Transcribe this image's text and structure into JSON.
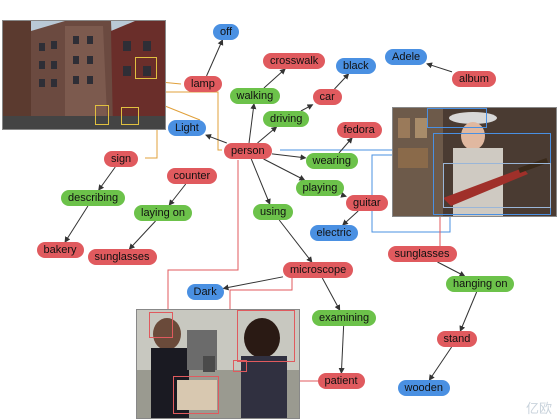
{
  "nodes": [
    {
      "id": "off",
      "label": "off",
      "kind": "attr"
    },
    {
      "id": "lamp",
      "label": "lamp",
      "kind": "obj"
    },
    {
      "id": "crosswalk",
      "label": "crosswalk",
      "kind": "obj"
    },
    {
      "id": "walking",
      "label": "walking",
      "kind": "rel"
    },
    {
      "id": "black",
      "label": "black",
      "kind": "attr"
    },
    {
      "id": "adele",
      "label": "Adele",
      "kind": "attr"
    },
    {
      "id": "album",
      "label": "album",
      "kind": "obj"
    },
    {
      "id": "car",
      "label": "car",
      "kind": "obj"
    },
    {
      "id": "driving",
      "label": "driving",
      "kind": "rel"
    },
    {
      "id": "light",
      "label": "Light",
      "kind": "attr"
    },
    {
      "id": "fedora",
      "label": "fedora",
      "kind": "obj"
    },
    {
      "id": "person",
      "label": "person",
      "kind": "obj"
    },
    {
      "id": "sign",
      "label": "sign",
      "kind": "obj"
    },
    {
      "id": "wearing",
      "label": "wearing",
      "kind": "rel"
    },
    {
      "id": "counter",
      "label": "counter",
      "kind": "obj"
    },
    {
      "id": "playing",
      "label": "playing",
      "kind": "rel"
    },
    {
      "id": "describing",
      "label": "describing",
      "kind": "rel"
    },
    {
      "id": "guitar",
      "label": "guitar",
      "kind": "obj"
    },
    {
      "id": "laying_on",
      "label": "laying on",
      "kind": "rel"
    },
    {
      "id": "using",
      "label": "using",
      "kind": "rel"
    },
    {
      "id": "electric",
      "label": "electric",
      "kind": "attr"
    },
    {
      "id": "bakery",
      "label": "bakery",
      "kind": "obj"
    },
    {
      "id": "sunglasses_l",
      "label": "sunglasses",
      "kind": "obj"
    },
    {
      "id": "sunglasses_r",
      "label": "sunglasses",
      "kind": "obj"
    },
    {
      "id": "microscope",
      "label": "microscope",
      "kind": "obj"
    },
    {
      "id": "hanging_on",
      "label": "hanging on",
      "kind": "rel"
    },
    {
      "id": "dark",
      "label": "Dark",
      "kind": "attr"
    },
    {
      "id": "examining",
      "label": "examining",
      "kind": "rel"
    },
    {
      "id": "stand",
      "label": "stand",
      "kind": "obj"
    },
    {
      "id": "patient",
      "label": "patient",
      "kind": "obj"
    },
    {
      "id": "wooden",
      "label": "wooden",
      "kind": "attr"
    }
  ],
  "edges": [
    [
      "lamp",
      "off"
    ],
    [
      "person",
      "walking"
    ],
    [
      "walking",
      "crosswalk"
    ],
    [
      "person",
      "driving"
    ],
    [
      "driving",
      "car"
    ],
    [
      "car",
      "black"
    ],
    [
      "person",
      "light"
    ],
    [
      "person",
      "wearing"
    ],
    [
      "wearing",
      "fedora"
    ],
    [
      "album",
      "adele"
    ],
    [
      "person",
      "playing"
    ],
    [
      "playing",
      "guitar"
    ],
    [
      "guitar",
      "electric"
    ],
    [
      "person",
      "using"
    ],
    [
      "using",
      "microscope"
    ],
    [
      "microscope",
      "dark"
    ],
    [
      "microscope",
      "examining"
    ],
    [
      "examining",
      "patient"
    ],
    [
      "sign",
      "describing"
    ],
    [
      "describing",
      "bakery"
    ],
    [
      "counter",
      "laying_on"
    ],
    [
      "laying_on",
      "sunglasses_l"
    ],
    [
      "sunglasses_r",
      "hanging_on"
    ],
    [
      "hanging_on",
      "stand"
    ],
    [
      "stand",
      "wooden"
    ]
  ],
  "colors": {
    "object": "#e05a5e",
    "relation": "#6cc24a",
    "attribute": "#4a90e2"
  },
  "photos": [
    {
      "id": "street",
      "subject": "street with buildings"
    },
    {
      "id": "guitarist",
      "subject": "guitarist in fedora"
    },
    {
      "id": "lab",
      "subject": "microscope examination"
    }
  ],
  "watermark": "亿欧"
}
